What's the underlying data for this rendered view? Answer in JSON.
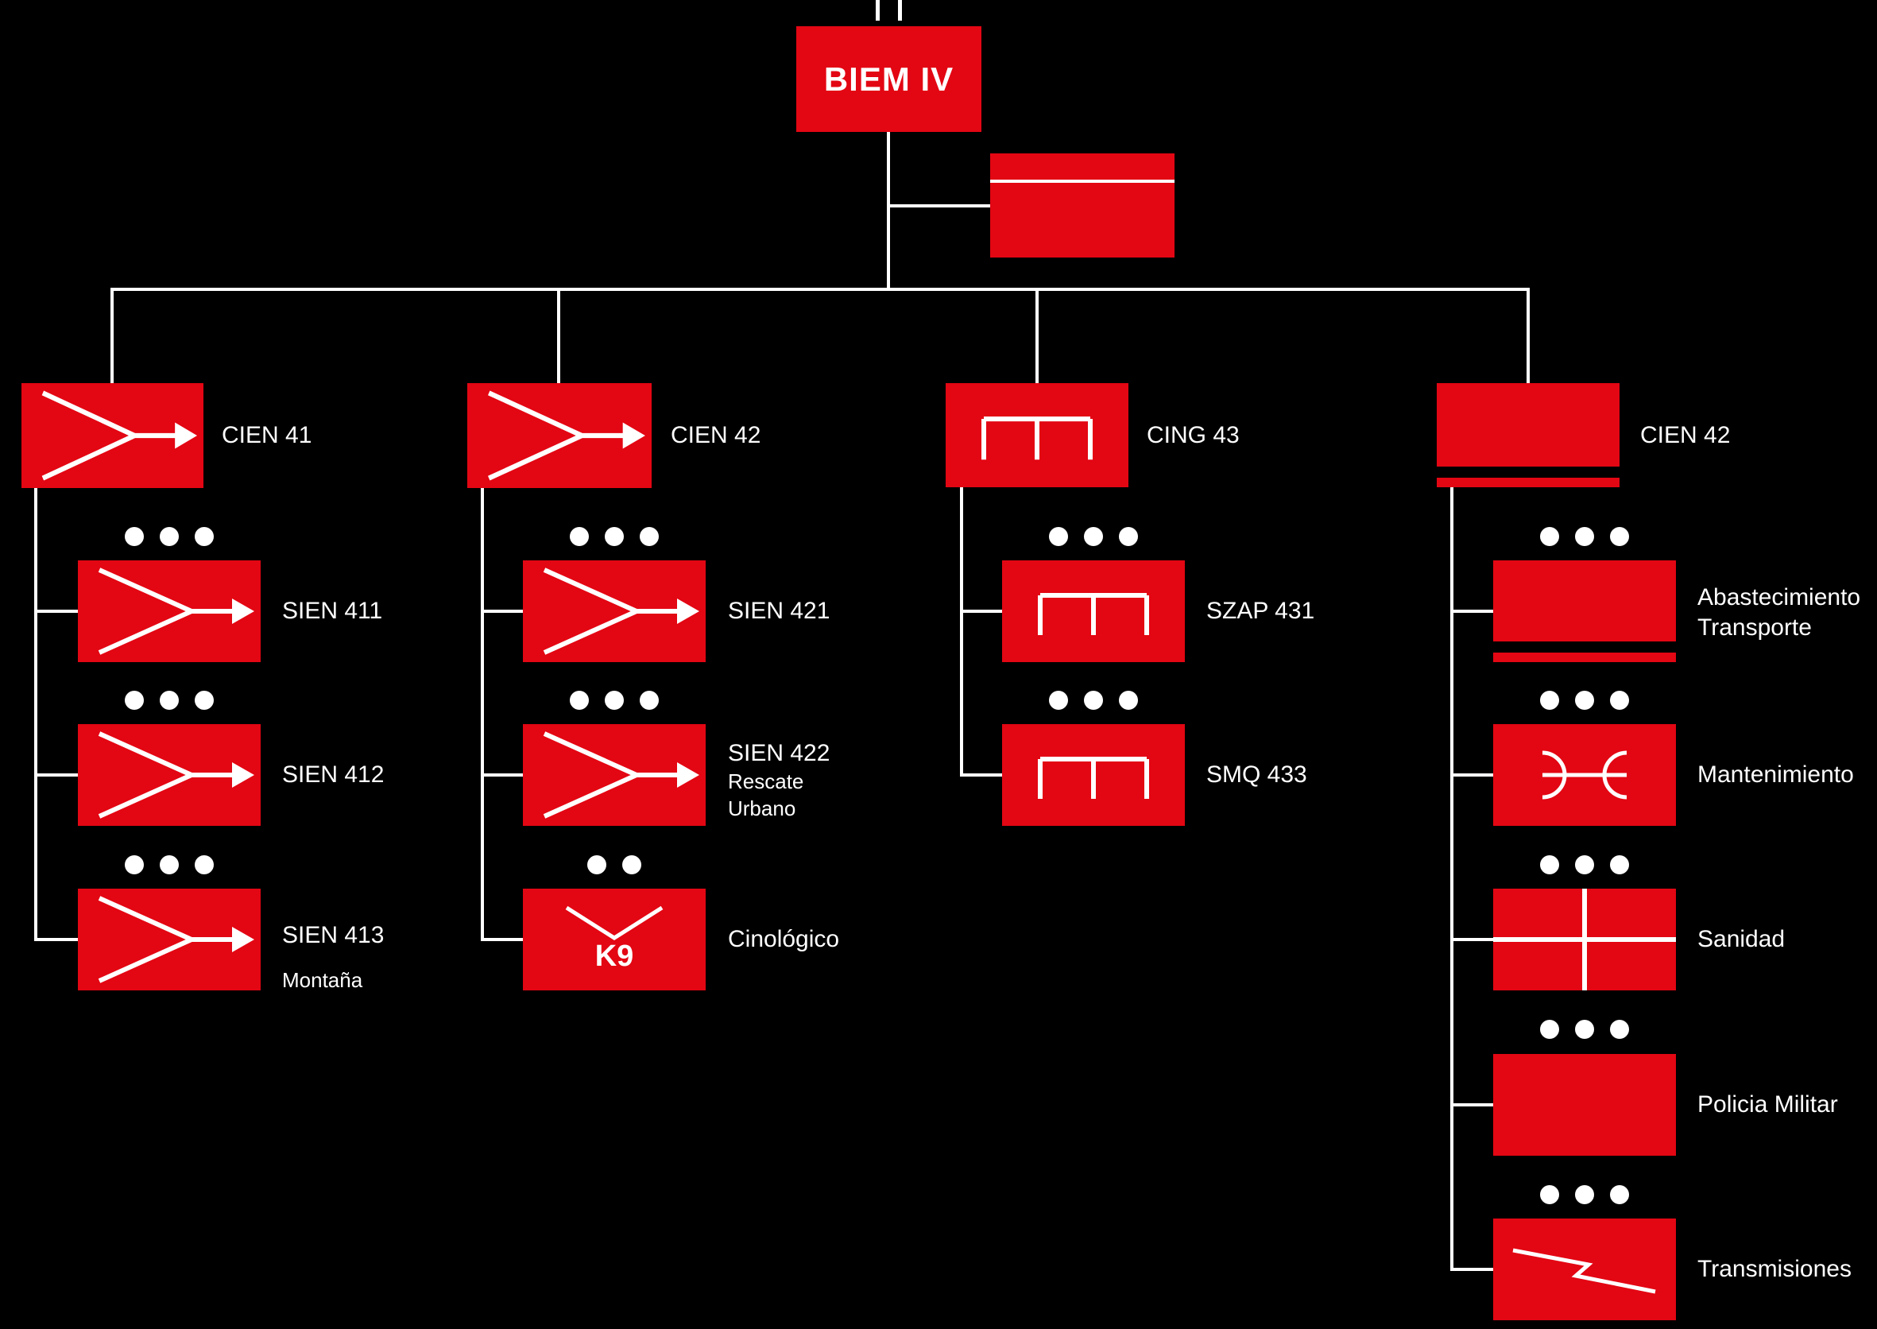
{
  "title": "BIEM IV organization chart",
  "colors": {
    "background": "#000000",
    "unit_red": "#e30613",
    "line": "#ffffff",
    "text": "#ffffff"
  },
  "root": {
    "label": "BIEM IV",
    "echelon": "II",
    "symbol": "battalion-box"
  },
  "hq_box": {
    "symbol": "headquarters-strip-box"
  },
  "branches": [
    {
      "label": "CIEN 41",
      "symbol": "intervention-arrow",
      "children": [
        {
          "label": "SIEN 411",
          "echelon_dots": 3,
          "symbol": "intervention-arrow"
        },
        {
          "label": "SIEN 412",
          "echelon_dots": 3,
          "symbol": "intervention-arrow"
        },
        {
          "label": "SIEN 413",
          "sublabel": "Montaña",
          "echelon_dots": 3,
          "symbol": "intervention-arrow"
        }
      ]
    },
    {
      "label": "CIEN 42",
      "symbol": "intervention-arrow",
      "children": [
        {
          "label": "SIEN 421",
          "echelon_dots": 3,
          "symbol": "intervention-arrow"
        },
        {
          "label": "SIEN 422",
          "sublabel": "Rescate",
          "sublabel2": "Urbano",
          "echelon_dots": 3,
          "symbol": "intervention-arrow"
        },
        {
          "label": "Cinológico",
          "box_text": "K9",
          "echelon_dots": 2,
          "symbol": "k9-chevron"
        }
      ]
    },
    {
      "label": "CING 43",
      "symbol": "engineer-bridge",
      "children": [
        {
          "label": "SZAP 431",
          "echelon_dots": 3,
          "symbol": "engineer-bridge"
        },
        {
          "label": "SMQ 433",
          "echelon_dots": 3,
          "symbol": "engineer-bridge"
        }
      ]
    },
    {
      "label": "CIEN 42",
      "symbol": "supply-stripe",
      "children": [
        {
          "label": "Abastecimiento",
          "sublabel": "Transporte",
          "echelon_dots": 3,
          "symbol": "supply-stripe"
        },
        {
          "label": "Mantenimiento",
          "echelon_dots": 3,
          "symbol": "maintenance-wrench"
        },
        {
          "label": "Sanidad",
          "echelon_dots": 3,
          "symbol": "medical-cross"
        },
        {
          "label": "Policia Militar",
          "echelon_dots": 3,
          "symbol": "plain"
        },
        {
          "label": "Transmisiones",
          "echelon_dots": 3,
          "symbol": "signal-flash"
        }
      ]
    }
  ]
}
